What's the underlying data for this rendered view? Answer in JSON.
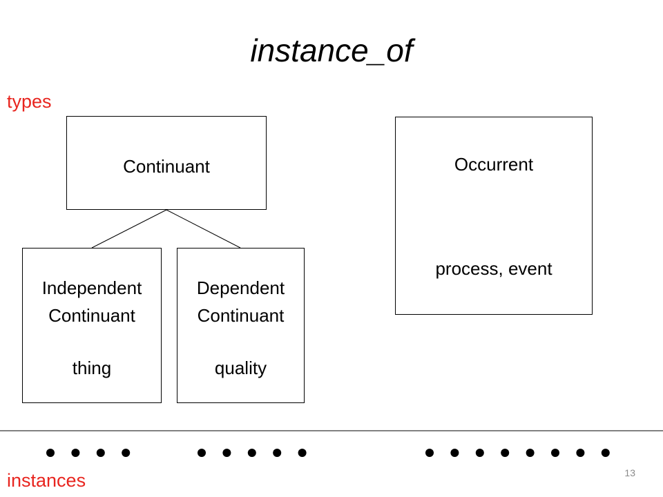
{
  "title": "instance_of",
  "labels": {
    "types": "types",
    "instances": "instances"
  },
  "boxes": {
    "continuant": "Continuant",
    "occurrent": {
      "name": "Occurrent",
      "example": "process, event"
    },
    "independent": {
      "line1": "Independent",
      "line2": "Continuant",
      "example": "thing"
    },
    "dependent": {
      "line1": "Dependent",
      "line2": "Continuant",
      "example": "quality"
    }
  },
  "instance_groups": [
    4,
    5,
    8
  ],
  "page_number": "13",
  "colors": {
    "accent": "#e8251f",
    "line": "#000000",
    "page_number": "#8a8a8a"
  }
}
